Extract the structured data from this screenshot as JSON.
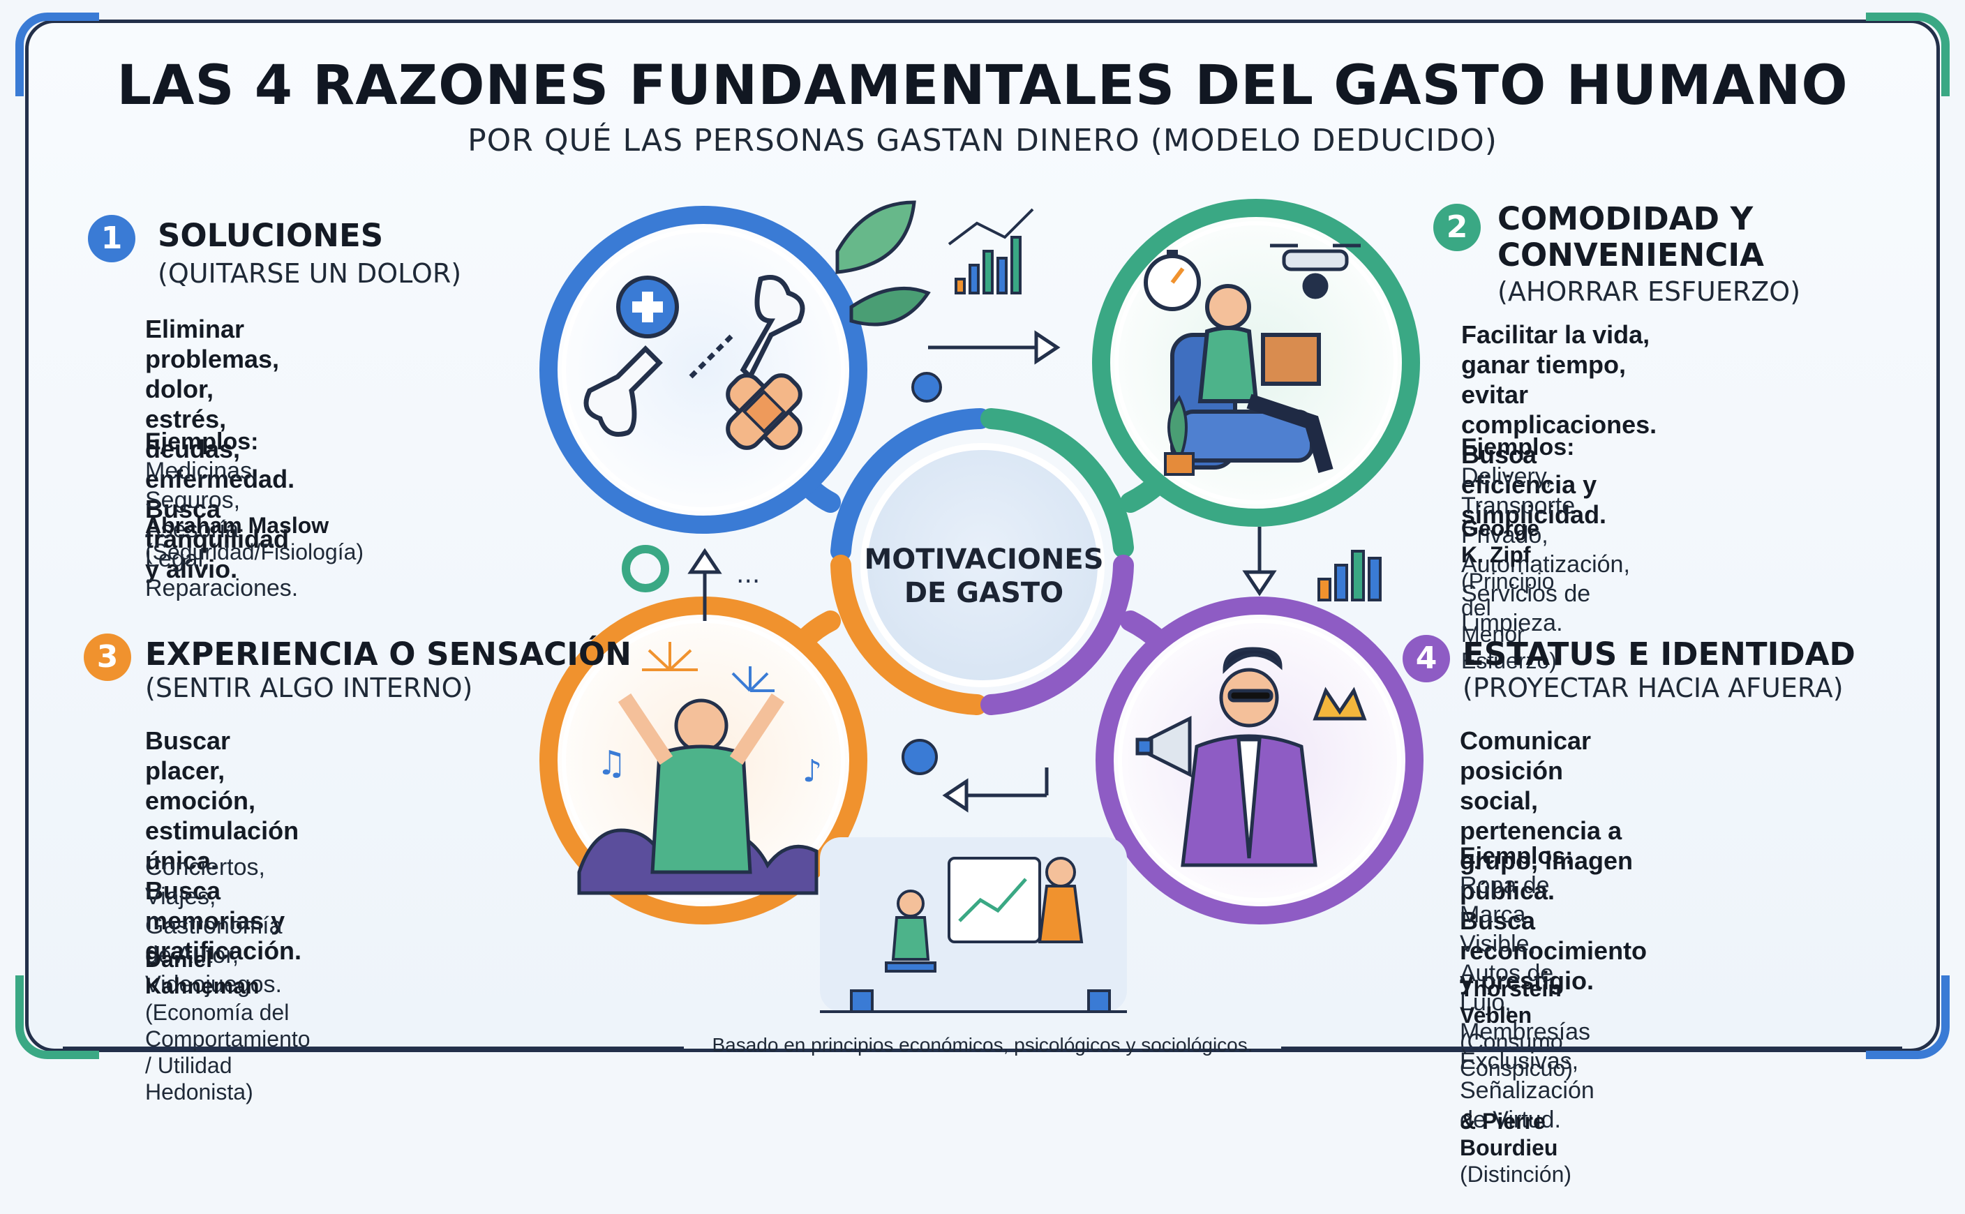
{
  "header": {
    "title": "LAS 4 RAZONES FUNDAMENTALES DEL GASTO HUMANO",
    "subtitle": "POR QUÉ LAS PERSONAS GASTAN DINERO (MODELO DEDUCIDO)"
  },
  "center": {
    "line1": "MOTIVACIONES",
    "line2": "DE GASTO"
  },
  "colors": {
    "blue": "#3a7bd5",
    "green": "#3aa884",
    "orange": "#f0922e",
    "purple": "#8e5cc4",
    "dark": "#23304a"
  },
  "panels": [
    {
      "number": "1",
      "title": "SOLUCIONES",
      "subtitle": "(QUITARSE UN DOLOR)",
      "description": "Eliminar problemas, dolor,\nestrés, deudas, enfermedad.\nBusca tranquilidad y alivio.",
      "examples_label": "Ejemplos:",
      "examples": " Medicinas, Seguros,\nAsesoría Legal, Reparaciones.",
      "author": "Abraham Maslow",
      "author_note": " (Seguridad/Fisiología)",
      "icon": "broken-bone-icon"
    },
    {
      "number": "2",
      "title": "COMODIDAD Y\nCONVENIENCIA",
      "subtitle": "(AHORRAR ESFUERZO)",
      "description": "Facilitar la vida, ganar tiempo,\nevitar complicaciones.\nBusca eficiencia y simplicidad.",
      "examples_label": "Ejemplos:",
      "examples": " Delivery, Transporte Privado,\nAutomatización, Servicios de Limpieza.",
      "author": "George K. Zipf",
      "author_note": " (Principio del Menor Esfuerzo)",
      "icon": "armchair-drone-icon"
    },
    {
      "number": "3",
      "title": "EXPERIENCIA O SENSACIÓN",
      "subtitle": "(SENTIR ALGO INTERNO)",
      "description": "Buscar placer, emoción,\nestimulación única.\nBusca memorias y gratificación.",
      "examples_label": "",
      "examples": "Conciertos, Viajes, Gastronomía\nde Autor, Videojuegos.",
      "author": "Daniel Kahneman",
      "author_note": " (Economía del\nComportamiento / Utilidad Hedonista)",
      "icon": "concert-crowd-icon"
    },
    {
      "number": "4",
      "title": "ESTATUS E IDENTIDAD",
      "subtitle": "(PROYECTAR HACIA AFUERA)",
      "description": "Comunicar posición social,\npertenencia a grupo, imagen pública.\nBusca reconocimiento y prestigio.",
      "examples_label": "Ejemplos:",
      "examples": " Ropa de Marca Visible,\nAutos de Lujo, Membresías Exclusivas,\nSeñalización de Virtud.",
      "author": "Thorstein Veblen",
      "author_note": " (Consumo Conspicuo)",
      "author2": "& Pierre Bourdieu",
      "author2_note": " (Distinción)",
      "icon": "status-man-icon"
    }
  ],
  "footer": {
    "text": "Basado en principios económicos, psicológicos y sociológicos."
  }
}
